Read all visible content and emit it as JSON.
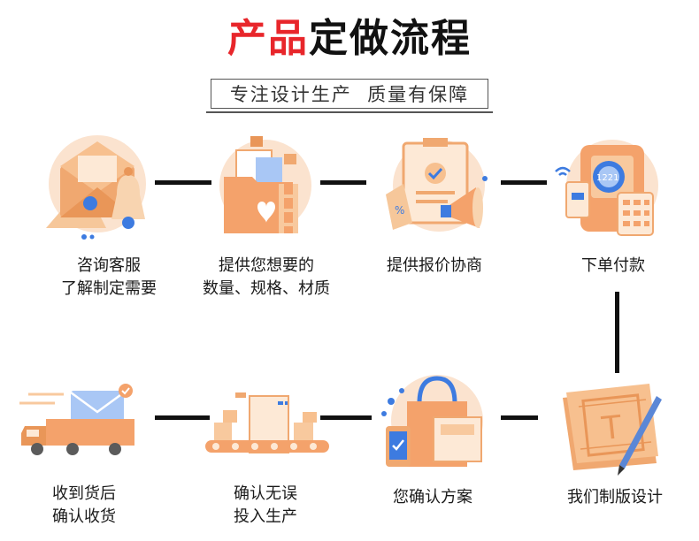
{
  "title": {
    "accent": "产品",
    "rest": "定做流程"
  },
  "subtitle": "专注设计生产  质量有保障",
  "steps": [
    {
      "line1": "咨询客服",
      "line2": "了解制定需要",
      "icon": "envelope-bell-icon"
    },
    {
      "line1": "提供您想要的",
      "line2": "数量、规格、材质",
      "icon": "folder-documents-icon"
    },
    {
      "line1": "提供报价协商",
      "line2": "",
      "icon": "clipboard-megaphone-icon"
    },
    {
      "line1": "下单付款",
      "line2": "",
      "icon": "payment-terminal-icon"
    },
    {
      "line1": "我们制版设计",
      "line2": "",
      "icon": "blueprint-pen-icon"
    },
    {
      "line1": "您确认方案",
      "line2": "",
      "icon": "shopping-bag-phone-icon"
    },
    {
      "line1": "确认无误",
      "line2": "投入生产",
      "icon": "conveyor-machine-icon"
    },
    {
      "line1": "收到货后",
      "line2": "确认收货",
      "icon": "delivery-truck-icon"
    }
  ],
  "colors": {
    "accent": "#e8262b",
    "icon_orange": "#f4a261",
    "icon_blue": "#3d7be0",
    "connector": "#111111"
  }
}
